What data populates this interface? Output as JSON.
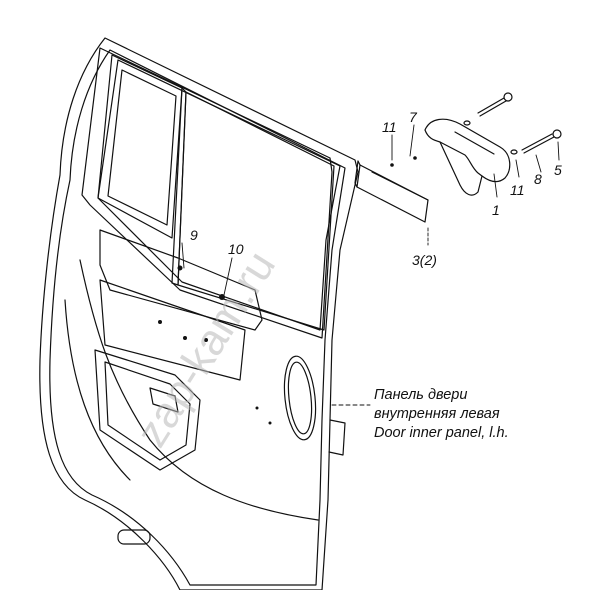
{
  "callouts": {
    "c1": "1",
    "c3": "3(2)",
    "c5": "5",
    "c7": "7",
    "c8": "8",
    "c9": "9",
    "c10": "10",
    "c11_a": "11",
    "c11_b": "11"
  },
  "caption": {
    "line1": "Панель двери",
    "line2": "внутренняя левая",
    "line3": "Door inner panel, l.h."
  },
  "watermark": "zap-kam.ru",
  "colors": {
    "line": "#111111",
    "watermark": "#b9b9b9"
  }
}
